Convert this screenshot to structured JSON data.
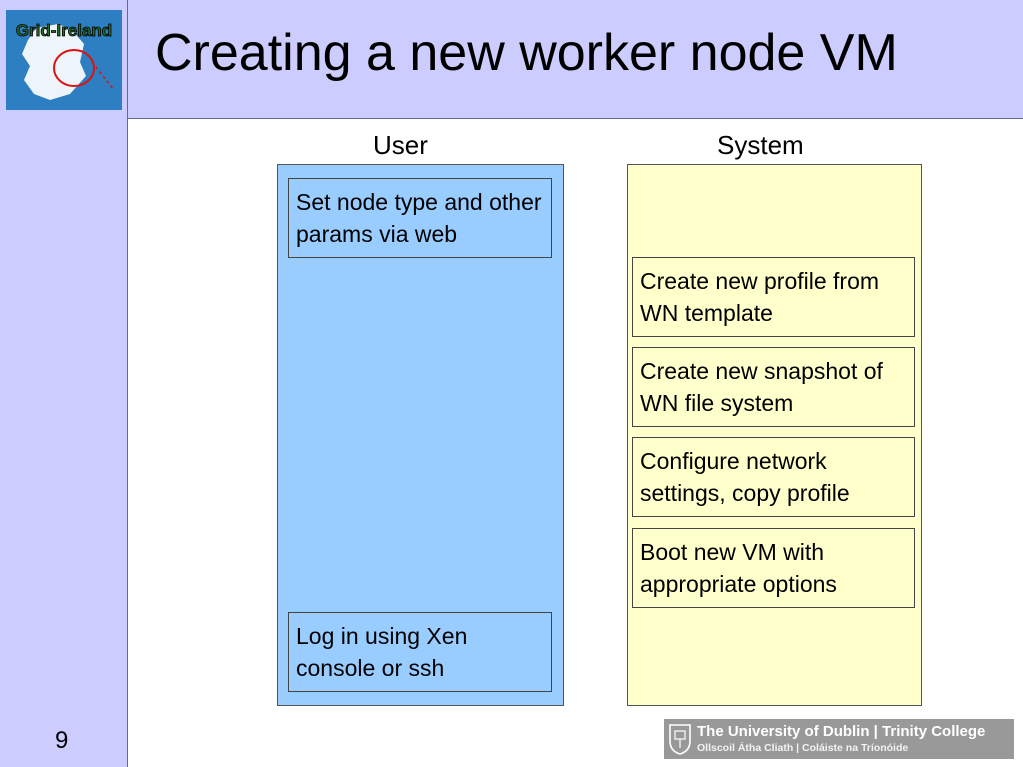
{
  "slide": {
    "title": "Creating a new worker node VM",
    "page_number": "9"
  },
  "logo": {
    "text": "Grid-Ireland",
    "icon": "ireland-map-logo-icon"
  },
  "columns": {
    "user": {
      "heading": "User",
      "color": "#99ccff",
      "steps": [
        "Set node type and other params via web",
        "Log in using Xen console or ssh"
      ]
    },
    "system": {
      "heading": "System",
      "color": "#ffffcc",
      "steps": [
        "Create new profile from WN template",
        "Create new snapshot of WN file system",
        "Configure network settings, copy profile",
        "Boot new VM with appropriate options"
      ]
    }
  },
  "footer": {
    "line1": "The University of Dublin | Trinity College",
    "line2": "Ollscoil Átha Cliath | Coláiste na Tríonóide",
    "icon": "university-crest-icon"
  },
  "colors": {
    "background_panel": "#ccccff"
  }
}
